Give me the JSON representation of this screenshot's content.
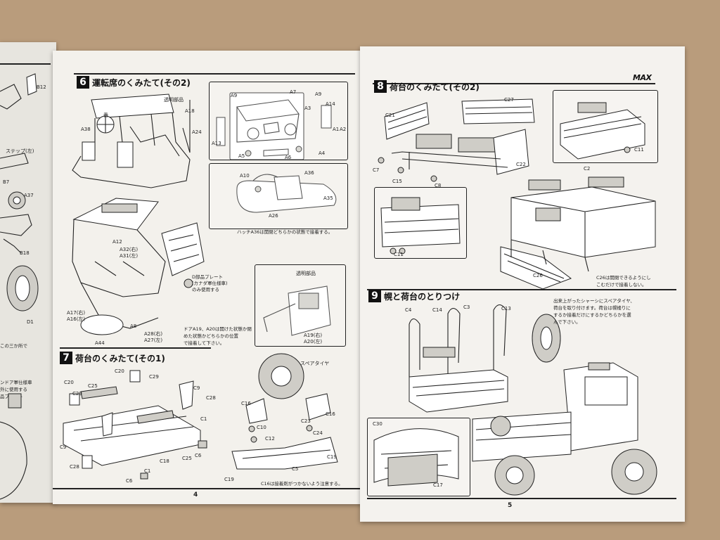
{
  "brand": "MAX",
  "page_numbers": {
    "left": "4",
    "right": "5"
  },
  "left_flap": {
    "labels": [
      "B12",
      "ステップ(左)",
      "B7",
      "A37",
      "B18",
      "D1",
      "この三か所で",
      "ンドア軍仕様車",
      "外に使用する",
      "品プレート"
    ]
  },
  "step6": {
    "number": "6",
    "title": "運転席のくみたて(その2)",
    "labels": {
      "clear_parts": "透明部品",
      "a18": "A18",
      "a38": "A38",
      "a24": "A24",
      "a9": "A9",
      "a7": "A7",
      "a9b": "A9",
      "a3": "A3",
      "a14": "A14",
      "a1": "A1",
      "a2": "A2",
      "a13": "A13",
      "a5": "A5",
      "a6": "A6",
      "a4": "A4",
      "a10": "A10",
      "a36": "A36",
      "a35": "A35",
      "a26": "A26",
      "a12": "A12",
      "a32": "A32(右)",
      "a31": "A31(左)",
      "a17": "A17(右)",
      "a16": "A16(左)",
      "a8": "A8",
      "a44": "A44",
      "a28": "A28(右)",
      "a27": "A27(左)",
      "a19": "A19(右)",
      "a20": "A20(左)",
      "steer": "番"
    },
    "notes": {
      "hatch": "ハッチA36は開閉どちらかの状態で接着する。",
      "plate_line1": "D部品プレート",
      "plate_line2": "(カナダ軍仕様車)",
      "plate_line3": "のみ使用する",
      "door_line1": "ドアA19、A20は開けた状態か閉",
      "door_line2": "めた状態かどちらかの位置",
      "door_line3": "で接着して下さい。",
      "clear_parts2": "透明部品"
    }
  },
  "step7": {
    "number": "7",
    "title": "荷台のくみたて(その1)",
    "labels": {
      "c20": "C20",
      "c29": "C29",
      "c25": "C25",
      "c20b": "C20",
      "c29b": "C29",
      "c9": "C9",
      "c28": "C28",
      "c1": "C1",
      "c9b": "C9",
      "c28b": "C28",
      "c18": "C18",
      "c25b": "C25",
      "c6": "C6",
      "c6b": "C6",
      "c1b": "C1",
      "spare_tire": "スペアタイヤ",
      "c16": "C16",
      "c16b": "C16",
      "c10": "C10",
      "c12": "C12",
      "c23": "C23",
      "c24": "C24",
      "c5": "C5",
      "c19": "C19",
      "c19b": "C19"
    },
    "note": "C16は接着剤がつかないよう注意する。"
  },
  "step8": {
    "number": "8",
    "title": "荷台のくみたて(その2)",
    "labels": {
      "c27": "C27",
      "c21": "C21",
      "c7": "C7",
      "c15": "C15",
      "c8": "C8",
      "c22": "C22",
      "c11": "C11",
      "c2": "C2",
      "c11b": "C11",
      "c26": "C26"
    },
    "note_line1": "C26は開閉できるようにし",
    "note_line2": "こむだけで接着しない。"
  },
  "step9": {
    "number": "9",
    "title": "幌と荷台のとりつけ",
    "labels": {
      "c4": "C4",
      "c14": "C14",
      "c3": "C3",
      "c13": "C13",
      "c30": "C30",
      "c17": "C17"
    },
    "note_line1": "出来上がったシャーシにスペアタイヤ、",
    "note_line2": "荷台を取り付けます。荷台は幌楼りに",
    "note_line3": "するか接着だけにするかどちらかを選",
    "note_line4": "んで下さい。"
  }
}
